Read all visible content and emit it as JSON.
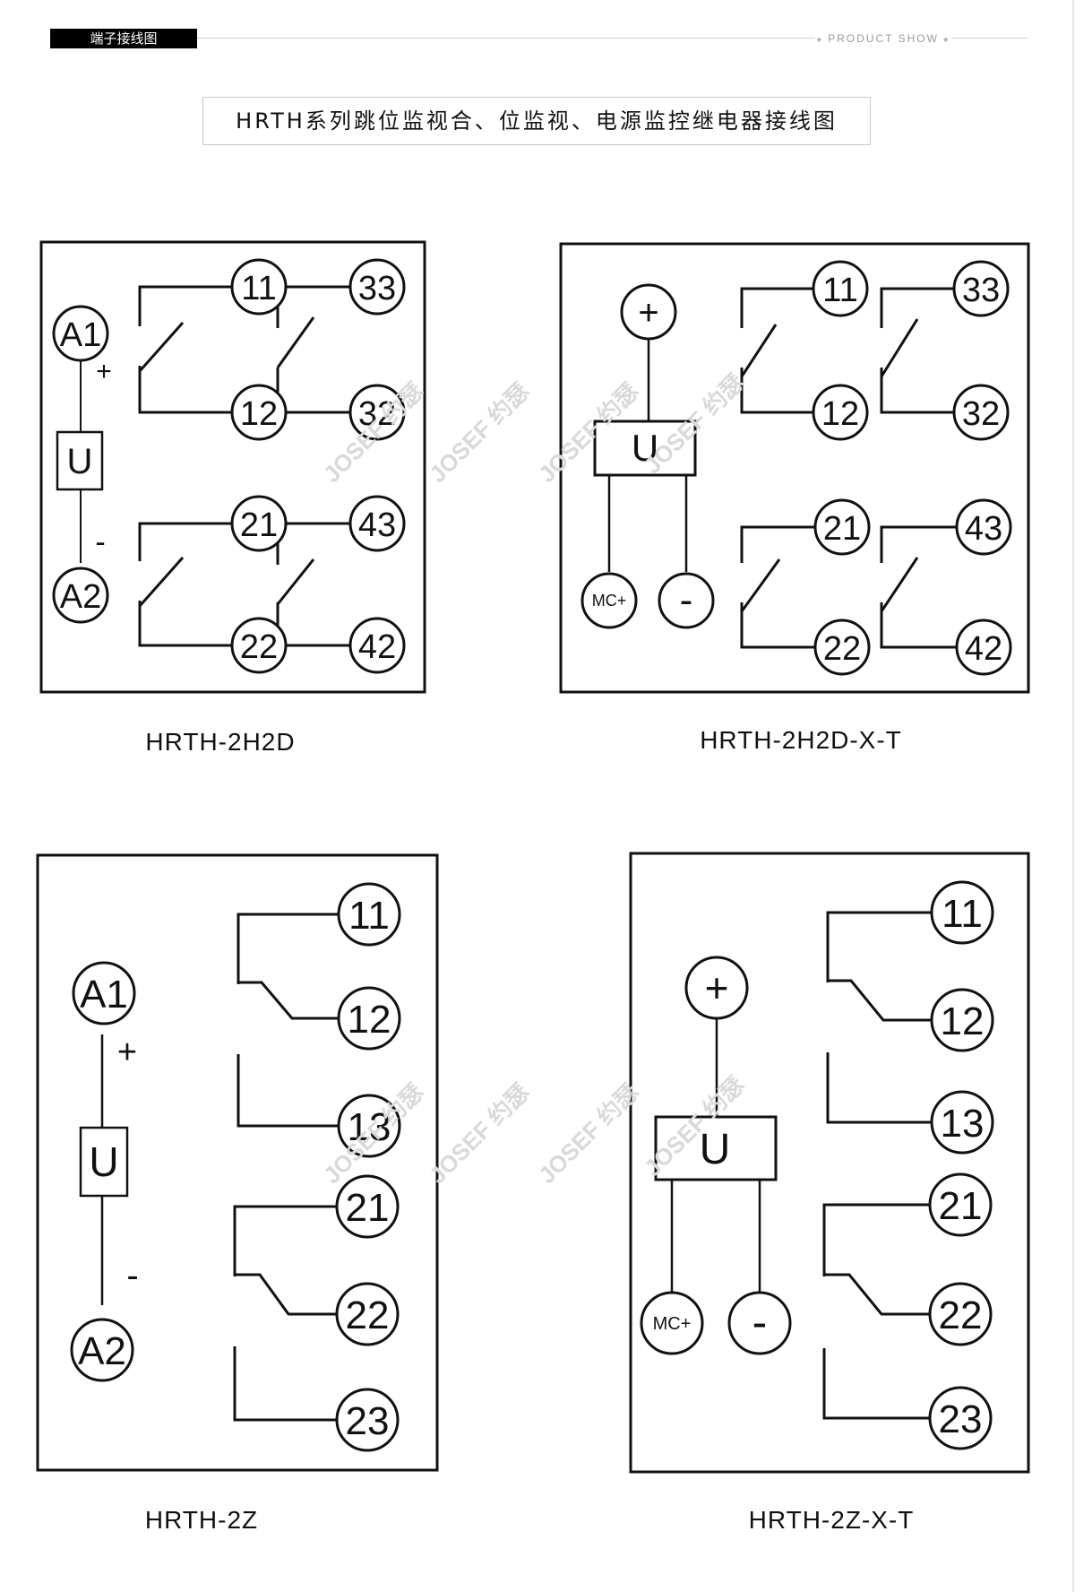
{
  "header": {
    "section_label": "端子接线图",
    "product_show": "PRODUCT SHOW",
    "title": "HRTH系列跳位监视合、位监视、电源监控继电器接线图"
  },
  "watermark": "JOSEF 约瑟",
  "diagrams": [
    {
      "model": "HRTH-2H2D",
      "coil_top": "A1",
      "coil_bottom": "A2",
      "coil": "U",
      "plus": "+",
      "minus": "-",
      "terminals": [
        "11",
        "12",
        "33",
        "32",
        "21",
        "22",
        "43",
        "42"
      ]
    },
    {
      "model": "HRTH-2H2D-X-T",
      "supply_plus": "+",
      "coil": "U",
      "mc_terminal": "MC+",
      "supply_minus": "-",
      "terminals": [
        "11",
        "12",
        "33",
        "32",
        "21",
        "22",
        "43",
        "42"
      ]
    },
    {
      "model": "HRTH-2Z",
      "coil_top": "A1",
      "coil_bottom": "A2",
      "coil": "U",
      "plus": "+",
      "minus": "-",
      "terminals": [
        "11",
        "12",
        "13",
        "21",
        "22",
        "23"
      ]
    },
    {
      "model": "HRTH-2Z-X-T",
      "supply_plus": "+",
      "coil": "U",
      "mc_terminal": "MC+",
      "supply_minus": "-",
      "terminals": [
        "11",
        "12",
        "13",
        "21",
        "22",
        "23"
      ]
    }
  ]
}
